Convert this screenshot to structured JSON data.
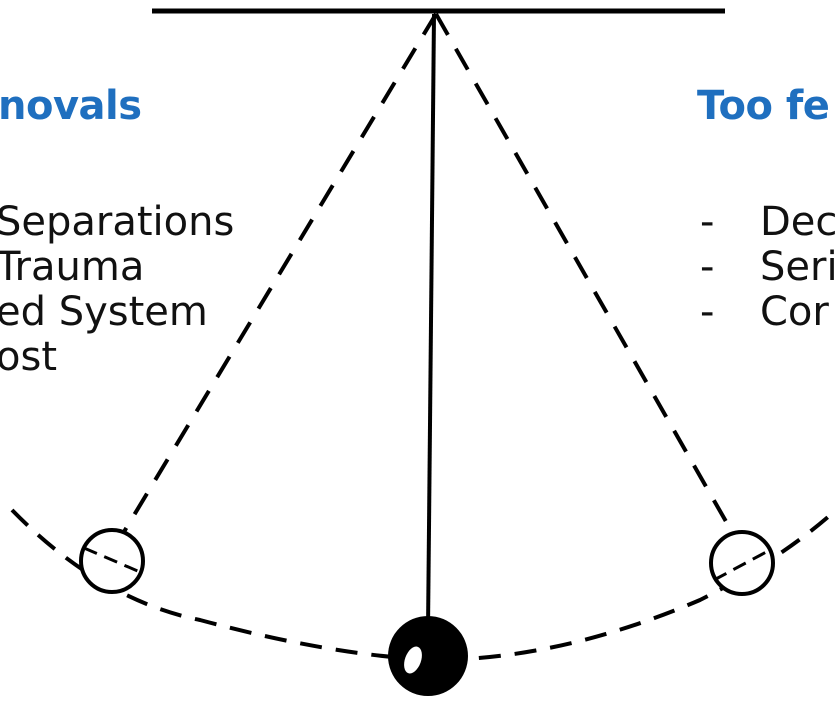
{
  "colors": {
    "heading": "#1F6FBF",
    "text": "#111111",
    "line": "#000000"
  },
  "left_panel": {
    "heading": "novals",
    "items": [
      "Separations",
      "Trauma",
      "ed System",
      "ost"
    ]
  },
  "right_panel": {
    "heading": "Too fe",
    "items": [
      {
        "bullet": "-",
        "text": "Dec"
      },
      {
        "bullet": "-",
        "text": "Seri"
      },
      {
        "bullet": "-",
        "text": "Cor"
      }
    ]
  },
  "pendulum": {
    "description_icon": "pendulum-icon"
  }
}
